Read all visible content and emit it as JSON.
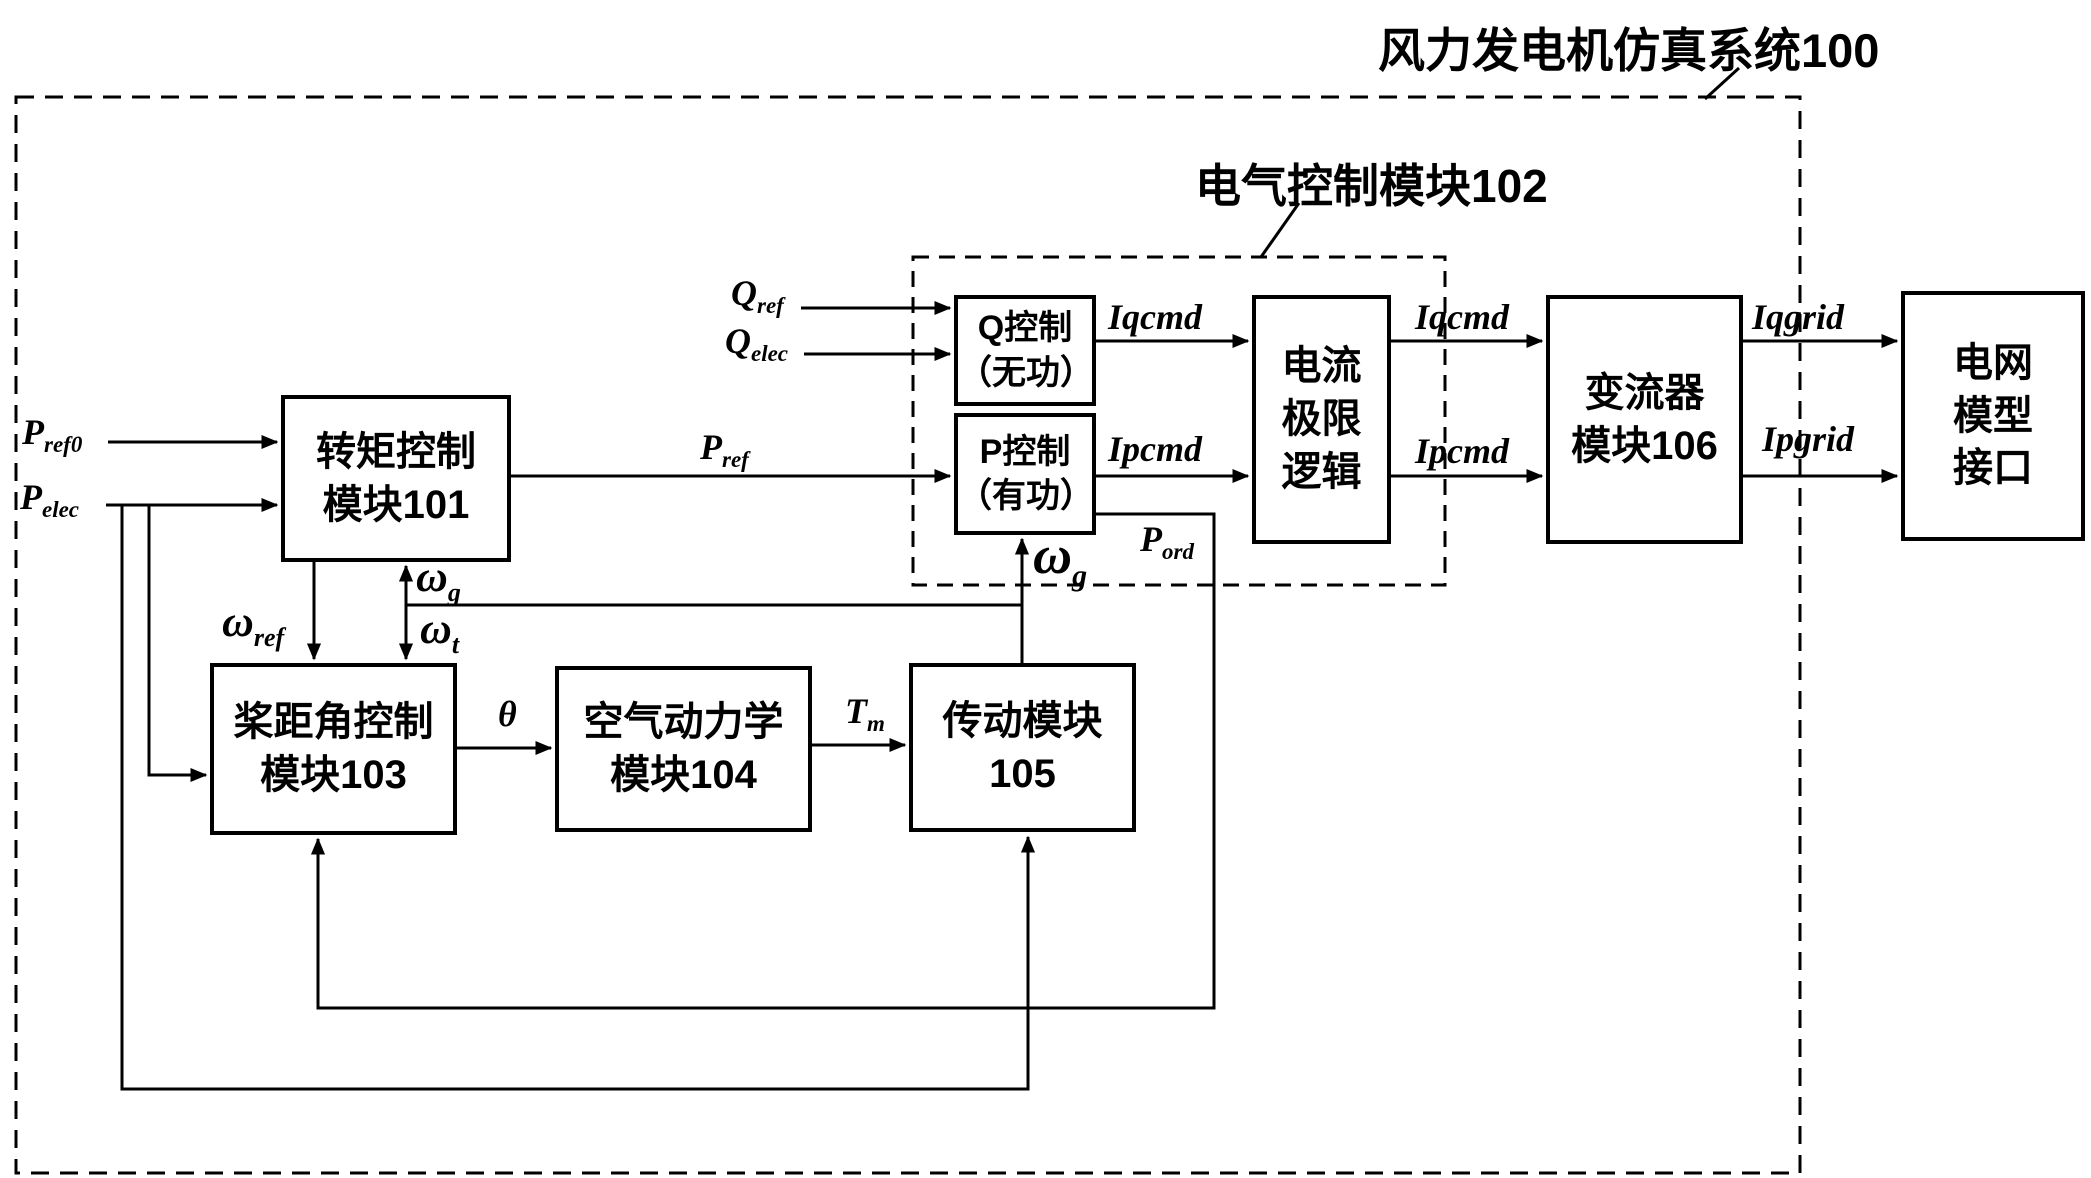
{
  "title": "风力发电机仿真系统100",
  "electrical_control_label": "电气控制模块102",
  "colors": {
    "foreground": "#000000",
    "background": "#ffffff"
  },
  "blocks": {
    "torque": {
      "lines": [
        "转矩控制",
        "模块101"
      ]
    },
    "pitch": {
      "lines": [
        "桨距角控制",
        "模块103"
      ]
    },
    "aero": {
      "lines": [
        "空气动力学",
        "模块104"
      ]
    },
    "drive": {
      "lines": [
        "传动模块",
        "105"
      ]
    },
    "qctrl": {
      "lines": [
        "Q控制",
        "（无功）"
      ]
    },
    "pctrl": {
      "lines": [
        "P控制",
        "（有功）"
      ]
    },
    "limit": {
      "lines": [
        "电流",
        "极限",
        "逻辑"
      ]
    },
    "converter": {
      "lines": [
        "变流器",
        "模块106"
      ]
    },
    "grid": {
      "lines": [
        "电网",
        "模型",
        "接口"
      ]
    }
  },
  "signals": {
    "pref0": {
      "main": "P",
      "sub": "ref0"
    },
    "pelec": {
      "main": "P",
      "sub": "elec"
    },
    "qref": {
      "main": "Q",
      "sub": "ref"
    },
    "qelec": {
      "main": "Q",
      "sub": "elec"
    },
    "pref": {
      "main": "P",
      "sub": "ref"
    },
    "iqcmd": "Iqcmd",
    "ipcmd": "Ipcmd",
    "iqgrid": "Iqgrid",
    "ipgrid": "Ipgrid",
    "omega_ref": {
      "main": "ω",
      "sub": "ref"
    },
    "omega_g": {
      "main": "ω",
      "sub": "g"
    },
    "omega_t": {
      "main": "ω",
      "sub": "t"
    },
    "pord": {
      "main": "P",
      "sub": "ord"
    },
    "theta": "θ",
    "tm": {
      "main": "T",
      "sub": "m"
    }
  }
}
